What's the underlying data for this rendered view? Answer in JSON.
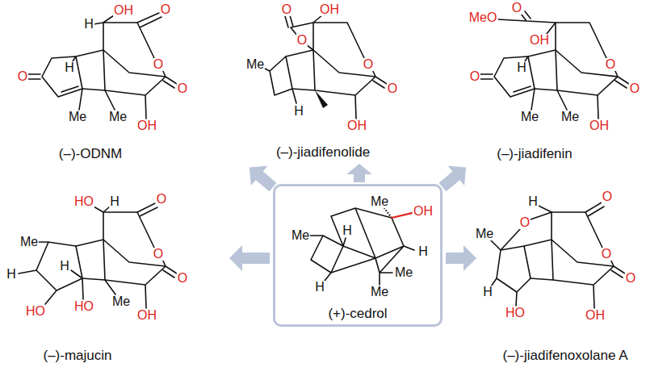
{
  "diagram": {
    "nodes": [
      {
        "text": [
          "Me",
          "OH",
          "Me",
          "H",
          "H",
          "Me",
          "Me",
          "H",
          "(+)-cedrol"
        ]
      }
    ],
    "labels": [
      "OH",
      "O",
      "H",
      "O",
      "H",
      "O",
      "O",
      "Me",
      "Me",
      "OH",
      "(–)-ODNM",
      "O",
      "OH",
      "O",
      "Me",
      "O",
      "O",
      "H",
      "OH",
      "(–)-jiadifenolide",
      "MeO",
      "O",
      "OH",
      "O",
      "H",
      "O",
      "O",
      "Me",
      "Me",
      "OH",
      "(–)-jiadifenin",
      "HO",
      "H",
      "O",
      "Me",
      "H",
      "O",
      "O",
      "H",
      "Me",
      "HO",
      "HO",
      "OH",
      "(–)-majucin",
      "H",
      "O",
      "Me",
      "O",
      "O",
      "O",
      "H",
      "HO",
      "OH",
      "(–)-jiadifenoxolane A"
    ]
  }
}
